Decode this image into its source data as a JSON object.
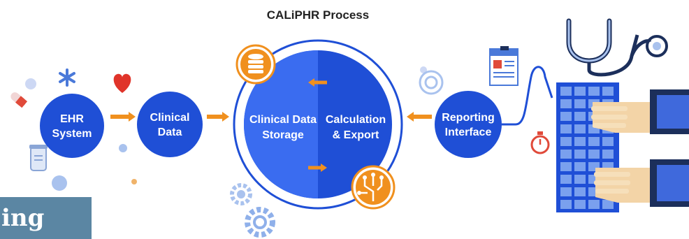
{
  "title": "CALiPHR Process",
  "nodes": {
    "ehr": [
      "EHR",
      "System"
    ],
    "clinical": [
      "Clinical",
      "Data"
    ],
    "storage": [
      "Clinical Data",
      "Storage"
    ],
    "calc": [
      "Calculation",
      "& Export"
    ],
    "reporting": [
      "Reporting",
      "Interface"
    ]
  },
  "overlay_text": "ing",
  "colors": {
    "primary": "#1f4fd6",
    "accent": "#f0901e",
    "light": "#a9c2ee",
    "navy": "#1c2f5b"
  },
  "icons": [
    "database-icon",
    "circuit-icon",
    "gear-icon",
    "stethoscope-icon",
    "clipboard-icon",
    "stopwatch-icon",
    "keyboard-icon",
    "hands-icon",
    "heart-icon",
    "pill-icon",
    "vial-icon",
    "asterisk-icon"
  ]
}
